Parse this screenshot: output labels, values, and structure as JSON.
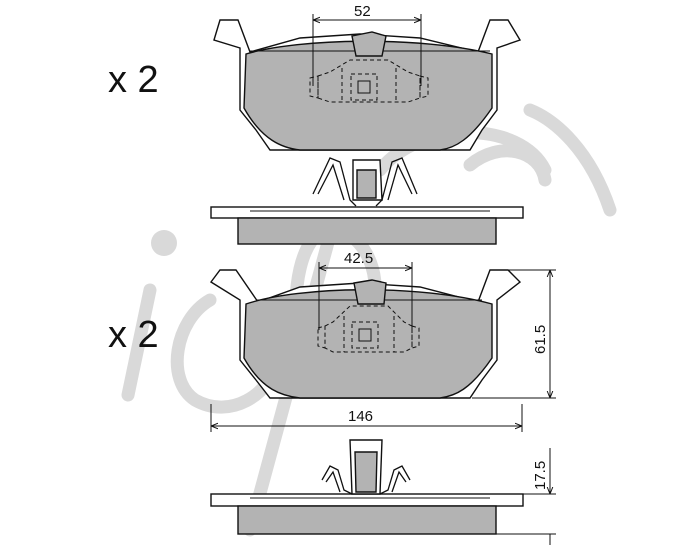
{
  "quantity_top": "x 2",
  "quantity_bottom": "x 2",
  "dimensions": {
    "top_center_width": "52",
    "bottom_center_width": "42.5",
    "pad_width": "146",
    "pad_height": "61.5",
    "pad_thickness": "17.5"
  },
  "colors": {
    "friction_material": "#b3b3b3",
    "line": "#111111",
    "watermark": "#d9d9d9"
  }
}
